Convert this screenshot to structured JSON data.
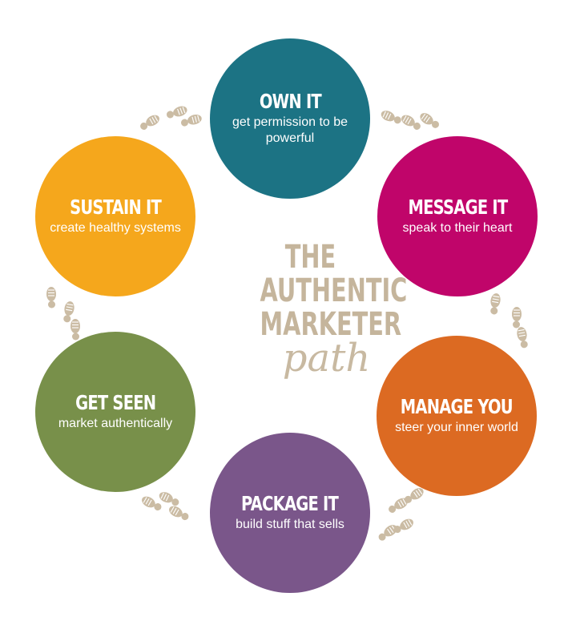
{
  "center": {
    "line1": "THE",
    "line2": "AUTHENTIC",
    "line3": "MARKETER",
    "script": "path"
  },
  "steps": [
    {
      "key": "own",
      "title": "OWN IT",
      "subtitle": "get permission to be powerful",
      "color": "#1c7384"
    },
    {
      "key": "message",
      "title": "MESSAGE IT",
      "subtitle": "speak to their heart",
      "color": "#c0056a"
    },
    {
      "key": "manage",
      "title": "MANAGE YOU",
      "subtitle": "steer your inner world",
      "color": "#dc6a22"
    },
    {
      "key": "package",
      "title": "PACKAGE IT",
      "subtitle": "build stuff that sells",
      "color": "#7a568a"
    },
    {
      "key": "seen",
      "title": "GET SEEN",
      "subtitle": "market authentically",
      "color": "#78904a"
    },
    {
      "key": "sustain",
      "title": "SUSTAIN IT",
      "subtitle": "create healthy systems",
      "color": "#f5a71c"
    }
  ],
  "footprint_color": "#cbbca4",
  "footprint_icon": "footprint-icon"
}
